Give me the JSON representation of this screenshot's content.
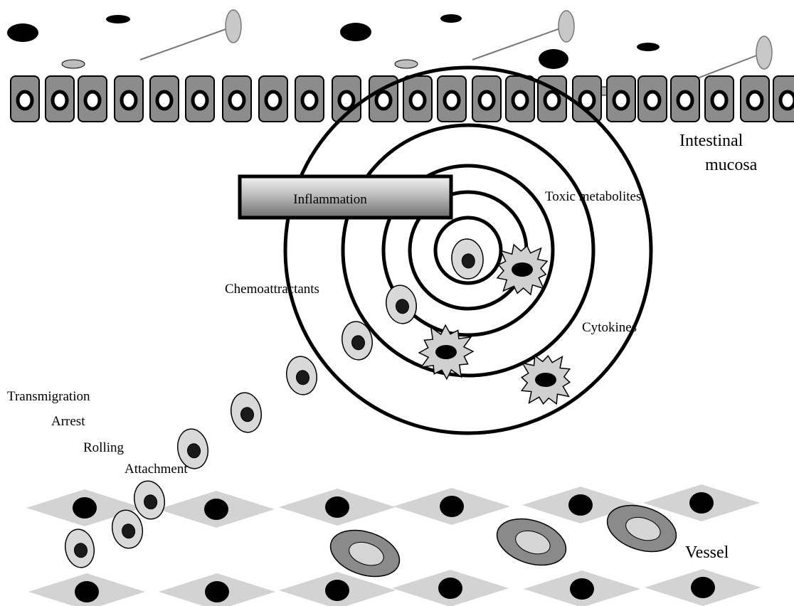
{
  "labels": {
    "intestinal_line1": "Intestinal",
    "intestinal_line2": "mucosa",
    "inflammation": "Inflammation",
    "toxic_metabolites": "Toxic metabolites",
    "chemoattractants": "Chemoattractants",
    "cytokines": "Cytokines",
    "transmigration": "Transmigration",
    "arrest": "Arrest",
    "rolling": "Rolling",
    "attachment": "Attachment",
    "vessel": "Vessel"
  },
  "colors": {
    "epithelial_cell": "#8c8c8c",
    "leukocyte": "#d9d9d9",
    "activated_cell": "#d0d0d0",
    "endothelium": "#d3d3d3",
    "erythrocyte_outer": "#8a8a8a",
    "erythrocyte_inner": "#d5d5d5",
    "nucleus": "#000000",
    "ring": "#000000"
  }
}
